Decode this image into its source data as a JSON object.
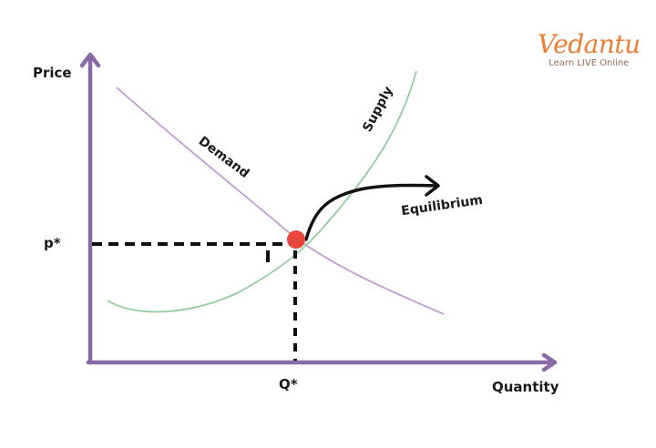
{
  "chart_data": {
    "type": "line",
    "title": "",
    "xlabel": "Quantity",
    "ylabel": "Price",
    "series": [
      {
        "name": "Demand",
        "color": "#b98cc9",
        "shape": "downward-sloping curve",
        "points": [
          [
            0.12,
            0.97
          ],
          [
            0.45,
            0.45
          ],
          [
            0.77,
            0.16
          ]
        ]
      },
      {
        "name": "Supply",
        "color": "#8cc79a",
        "shape": "upward-sloping curve (U-shaped at low quantity)",
        "points": [
          [
            0.05,
            0.18
          ],
          [
            0.15,
            0.11
          ],
          [
            0.45,
            0.45
          ],
          [
            0.72,
            1.05
          ]
        ]
      }
    ],
    "equilibrium": {
      "label": "Equilibrium",
      "x_label": "Q*",
      "y_label": "p*",
      "x": 0.45,
      "y": 0.45,
      "marker_color": "#e8453c"
    },
    "xticks": [
      "Q*"
    ],
    "yticks": [
      "p*"
    ],
    "annotations": [
      "Demand",
      "Supply",
      "Equilibrium"
    ],
    "grid": false,
    "legend": "none (inline curve labels)",
    "axis_color": "#8a6aa6"
  },
  "axes": {
    "y_label": "Price",
    "x_label": "Quantity"
  },
  "ticks": {
    "p_star": "p*",
    "q_star": "Q*"
  },
  "curves": {
    "demand_label": "Demand",
    "supply_label": "Supply"
  },
  "annotation": {
    "equilibrium_label": "Equilibrium"
  },
  "logo": {
    "brand": "Vedantu",
    "tagline": "Learn LIVE Online",
    "color": "#ee7d33"
  }
}
